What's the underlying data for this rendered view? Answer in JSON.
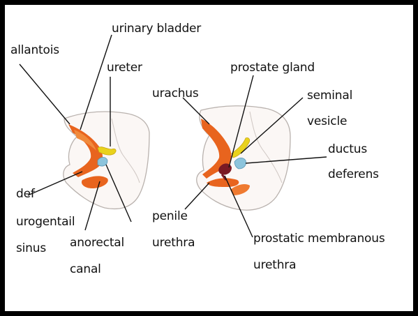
{
  "colors": {
    "frame": "#000000",
    "allantois_orange": "#e8641e",
    "ureter_yellow": "#e9d21c",
    "ductus_blue": "#6fb0cf",
    "prostate_maroon": "#7a1a24",
    "outline": "#b9b2ae",
    "leader_line": "#111111"
  },
  "left_diagram": {
    "labels": {
      "urinary_bladder": "urinary bladder",
      "allantois": "allantois",
      "ureter": "ureter",
      "def": "def",
      "urogenital_sinus_line1": "urogentail",
      "urogenital_sinus_line2": "sinus",
      "anorectal_canal_line1": "anorectal",
      "anorectal_canal_line2": "canal"
    }
  },
  "right_diagram": {
    "labels": {
      "prostate_gland": "prostate gland",
      "urachus": "urachus",
      "seminal_vesicle_line1": "seminal",
      "seminal_vesicle_line2": "vesicle",
      "ductus_deferens_line1": "ductus",
      "ductus_deferens_line2": "deferens",
      "penile_urethra_line1": "penile",
      "penile_urethra_line2": "urethra",
      "prostatic_membranous_urethra_line1": "prostatic membranous",
      "prostatic_membranous_urethra_line2": "urethra"
    }
  }
}
